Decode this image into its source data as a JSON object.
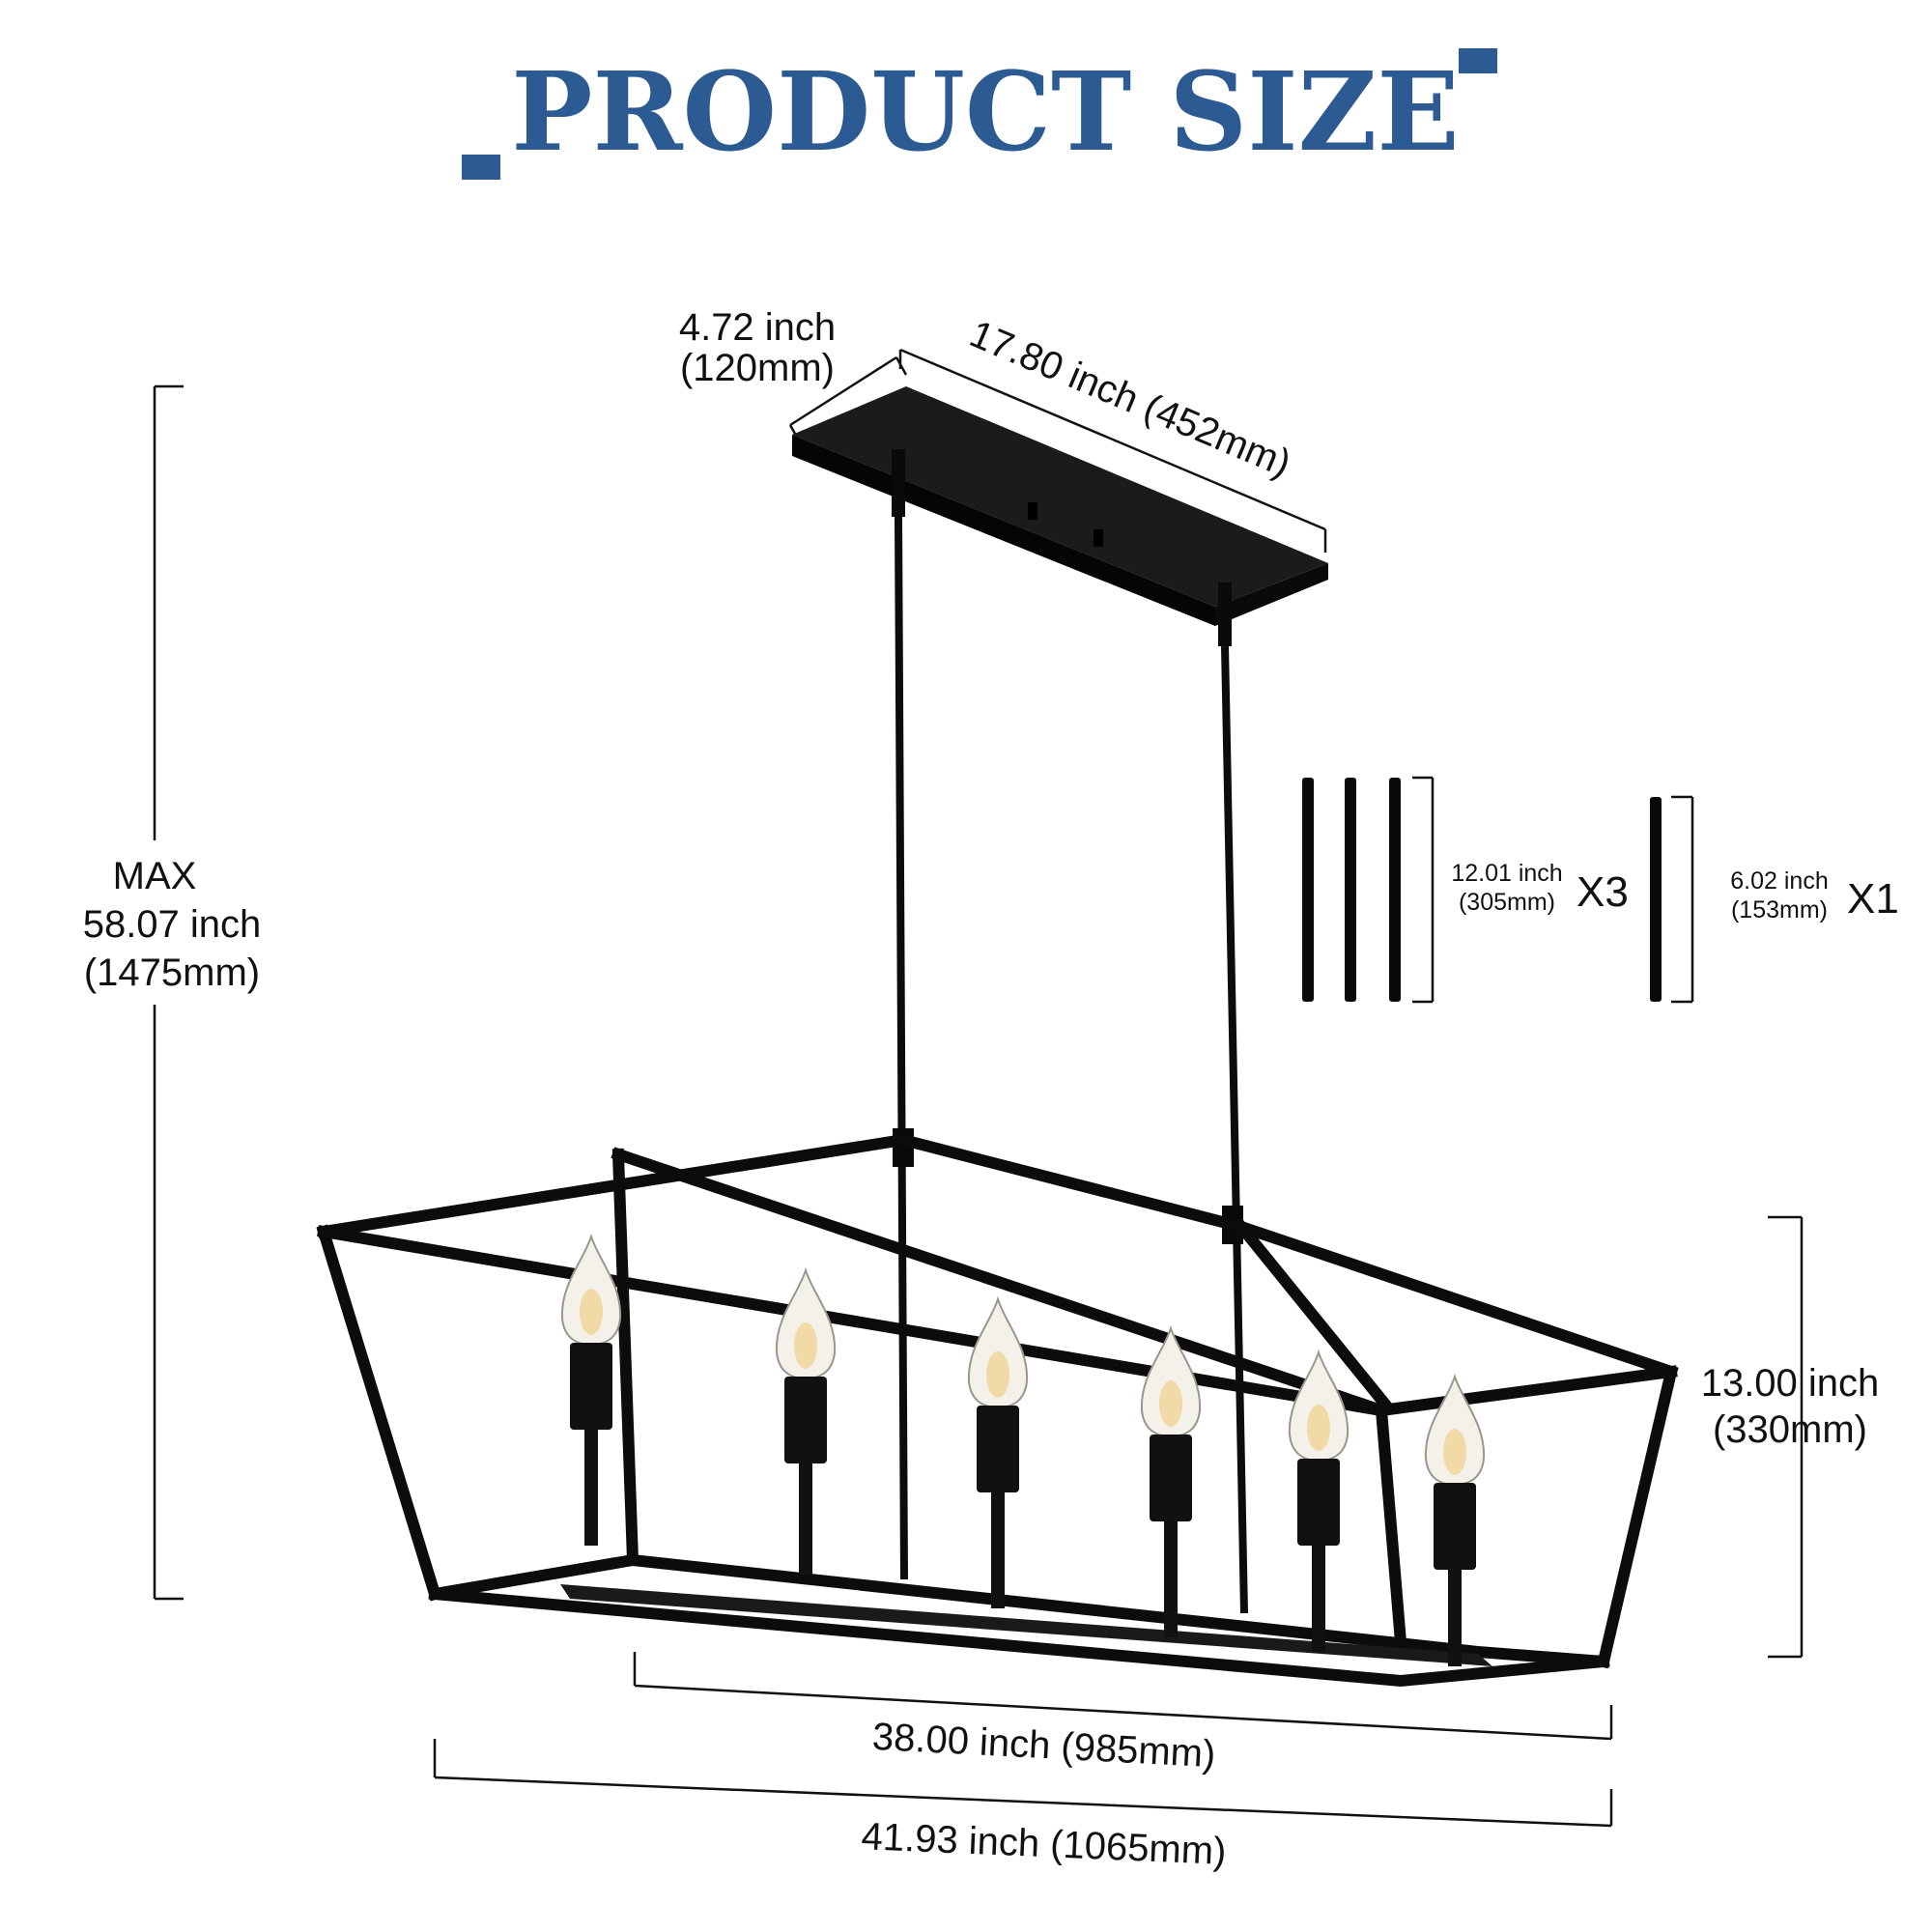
{
  "title": "PRODUCT SIZE",
  "colors": {
    "accent": "#2c5b94",
    "fixture": "#0c0c0c",
    "text": "#111111"
  },
  "dimensions": {
    "canopy_depth": {
      "inch": "4.72 inch",
      "mm": "(120mm)"
    },
    "canopy_length": "17.80 inch (452mm)",
    "max_height": {
      "prefix": "MAX",
      "inch": "58.07 inch",
      "mm": "(1475mm)"
    },
    "cage_height": {
      "inch": "13.00 inch",
      "mm": "(330mm)"
    },
    "inner_length": "38.00 inch (985mm)",
    "overall_length": "41.93 inch (1065mm)"
  },
  "rods": {
    "long": {
      "inch": "12.01 inch",
      "mm": "(305mm)",
      "qty": "X3"
    },
    "short": {
      "inch": "6.02 inch",
      "mm": "(153mm)",
      "qty": "X1"
    }
  },
  "bulb_count": 6
}
